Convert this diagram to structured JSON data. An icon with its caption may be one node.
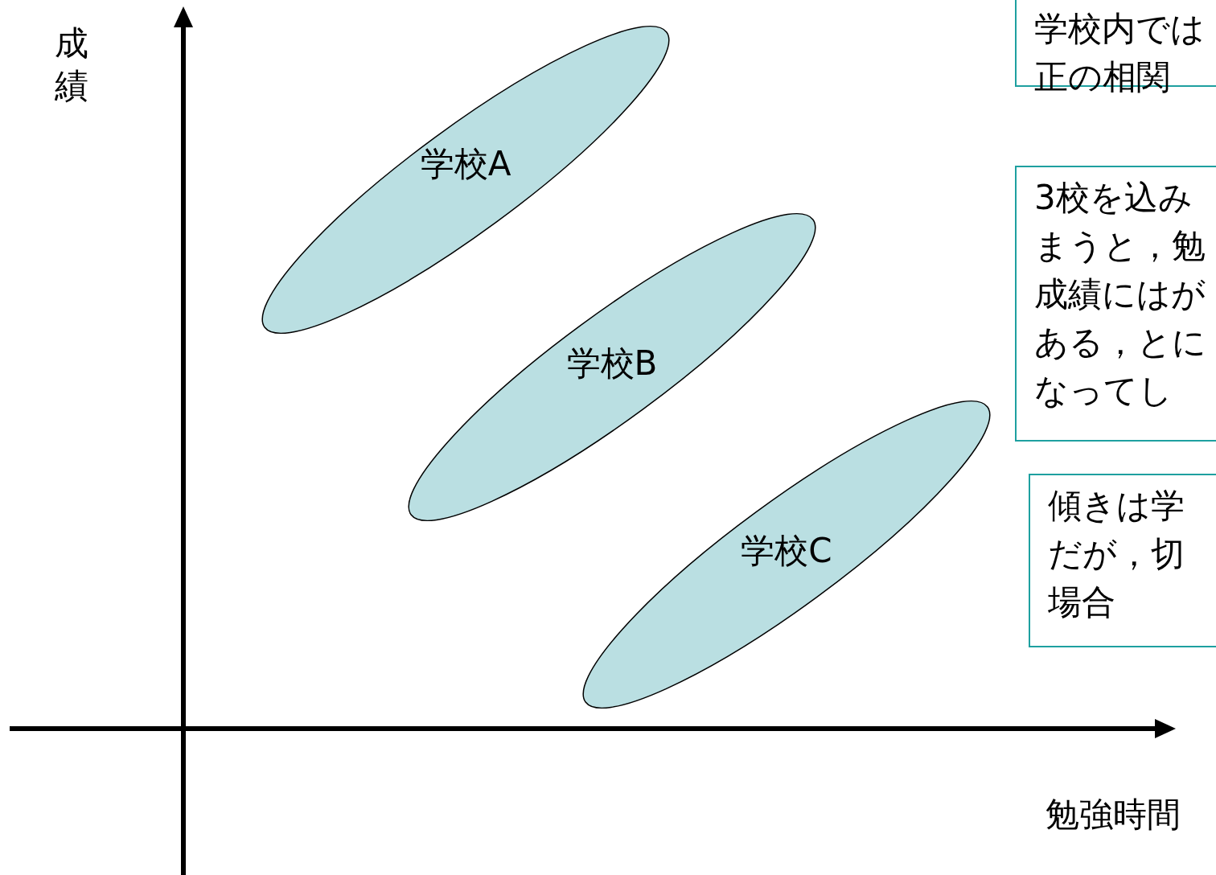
{
  "diagram": {
    "nodes": [
      {
        "text": [
          "学校A"
        ]
      },
      {
        "text": [
          "学校B"
        ]
      },
      {
        "text": [
          "学校C"
        ]
      },
      {
        "text": [
          "学校内では正の相関"
        ]
      },
      {
        "text": [
          "3校を込みまうと，勉成績にはがある，とになってし"
        ]
      },
      {
        "text": [
          "傾きは学だが，切場合"
        ]
      }
    ],
    "labels": [
      "成績",
      "勉強時間"
    ]
  }
}
